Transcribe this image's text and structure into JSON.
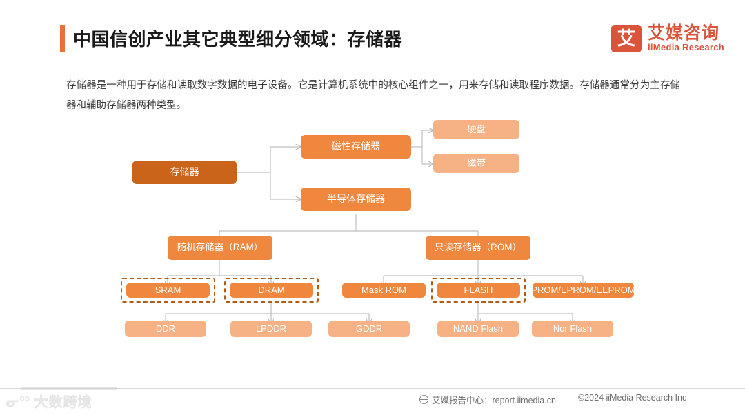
{
  "header": {
    "title": "中国信创产业其它典型细分领域：存储器",
    "accent_color": "#E8703A",
    "logo": {
      "mark_glyph": "艾",
      "cn": "艾媒咨询",
      "en": "iiMedia Research",
      "color": "#D9543B"
    }
  },
  "intro": {
    "text": "存储器是一种用于存储和读取数字数据的电子设备。它是计算机系统中的核心组件之一，用来存储和读取程序数据。存储器通常分为主存储器和辅助存储器两种类型。"
  },
  "diagram": {
    "type": "tree",
    "colors": {
      "root": "#C9641A",
      "level1": "#F0873F",
      "level2_light": "#F6B285",
      "leaf": "#F6B285",
      "connector": "#BFBFBF",
      "highlight_dash": "#B35A14"
    },
    "nodes": {
      "root": "存储器",
      "magnetic": "磁性存储器",
      "hard_disk": "硬盘",
      "tape": "磁带",
      "semiconductor": "半导体存储器",
      "ram": "随机存储器（RAM）",
      "rom": "只读存储器（ROM）",
      "sram": "SRAM",
      "dram": "DRAM",
      "mask_rom": "Mask ROM",
      "flash": "FLASH",
      "prom": "PROM/EPROM/EEPROM",
      "ddr": "DDR",
      "lpddr": "LPDDR",
      "gddr": "GDDR",
      "nand_flash": "NAND Flash",
      "nor_flash": "Nor Flash"
    },
    "highlighted": [
      "SRAM",
      "DRAM",
      "FLASH"
    ]
  },
  "footer": {
    "center": "艾媒报告中心：report.iimedia.cn",
    "right": "©2024  iiMedia Research  Inc"
  },
  "watermark": {
    "mark": "ᓂ°°",
    "text": "大数跨境"
  }
}
